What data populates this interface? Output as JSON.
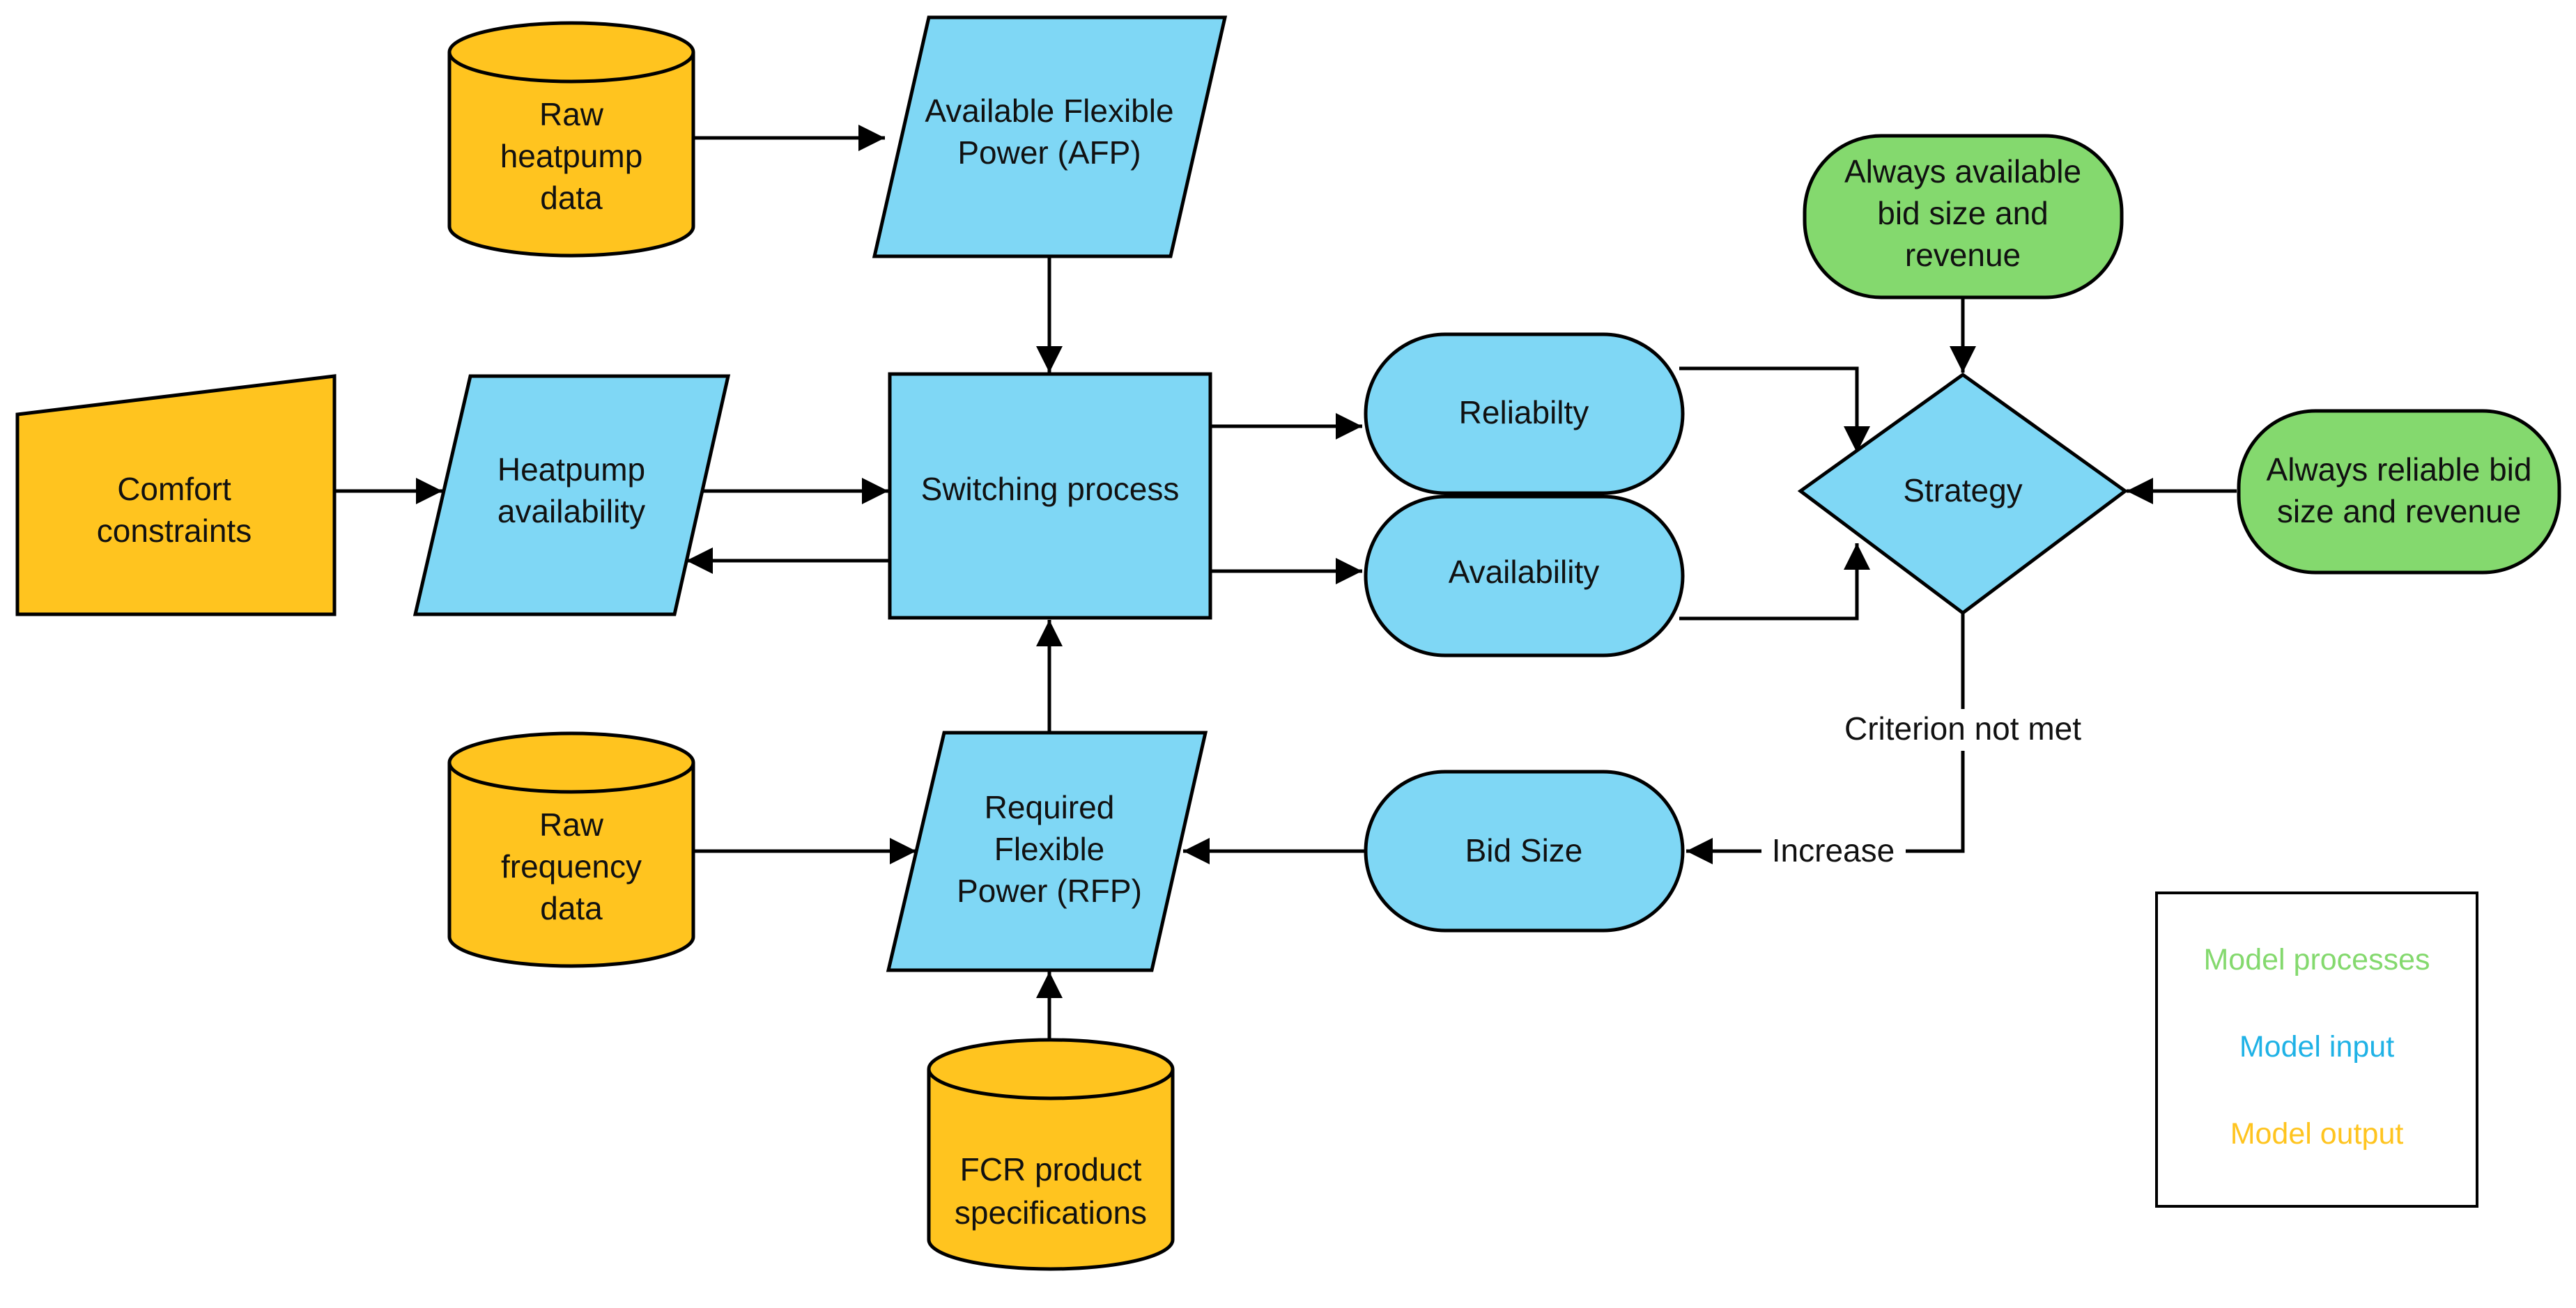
{
  "colors": {
    "process": "#7fd7f5",
    "data_input": "#ffc41f",
    "output": "#84d96e",
    "stroke": "#000000",
    "legend_processes": "#84d96e",
    "legend_input": "#1fb2e6",
    "legend_output": "#ffc41f"
  },
  "nodes": {
    "raw_heatpump": {
      "lines": [
        "Raw",
        "heatpump",
        "data"
      ],
      "shape": "cylinder"
    },
    "afp": {
      "lines": [
        "Available Flexible",
        "Power (AFP)"
      ],
      "shape": "parallelogram"
    },
    "comfort": {
      "lines": [
        "Comfort",
        "constraints"
      ],
      "shape": "manual-input"
    },
    "heatpump_avail": {
      "lines": [
        "Heatpump",
        "availability"
      ],
      "shape": "parallelogram"
    },
    "switching": {
      "lines": [
        "Switching process"
      ],
      "shape": "rectangle"
    },
    "reliability": {
      "lines": [
        "Reliabilty"
      ],
      "shape": "terminator"
    },
    "availability": {
      "lines": [
        "Availability"
      ],
      "shape": "terminator"
    },
    "strategy": {
      "lines": [
        "Strategy"
      ],
      "shape": "diamond"
    },
    "always_available": {
      "lines": [
        "Always available",
        "bid size and",
        "revenue"
      ],
      "shape": "terminator"
    },
    "always_reliable": {
      "lines": [
        "Always reliable bid",
        "size and revenue"
      ],
      "shape": "terminator"
    },
    "raw_frequency": {
      "lines": [
        "Raw",
        "frequency",
        "data"
      ],
      "shape": "cylinder"
    },
    "rfp": {
      "lines": [
        "Required",
        "Flexible",
        "Power (RFP)"
      ],
      "shape": "parallelogram"
    },
    "bid_size": {
      "lines": [
        "Bid Size"
      ],
      "shape": "terminator"
    },
    "fcr": {
      "lines": [
        "FCR product",
        "specifications"
      ],
      "shape": "cylinder"
    }
  },
  "edges": {
    "criterion_not_met": "Criterion not met",
    "increase": "Increase"
  },
  "legend": {
    "processes": "Model processes",
    "input": "Model input",
    "output": "Model output"
  }
}
